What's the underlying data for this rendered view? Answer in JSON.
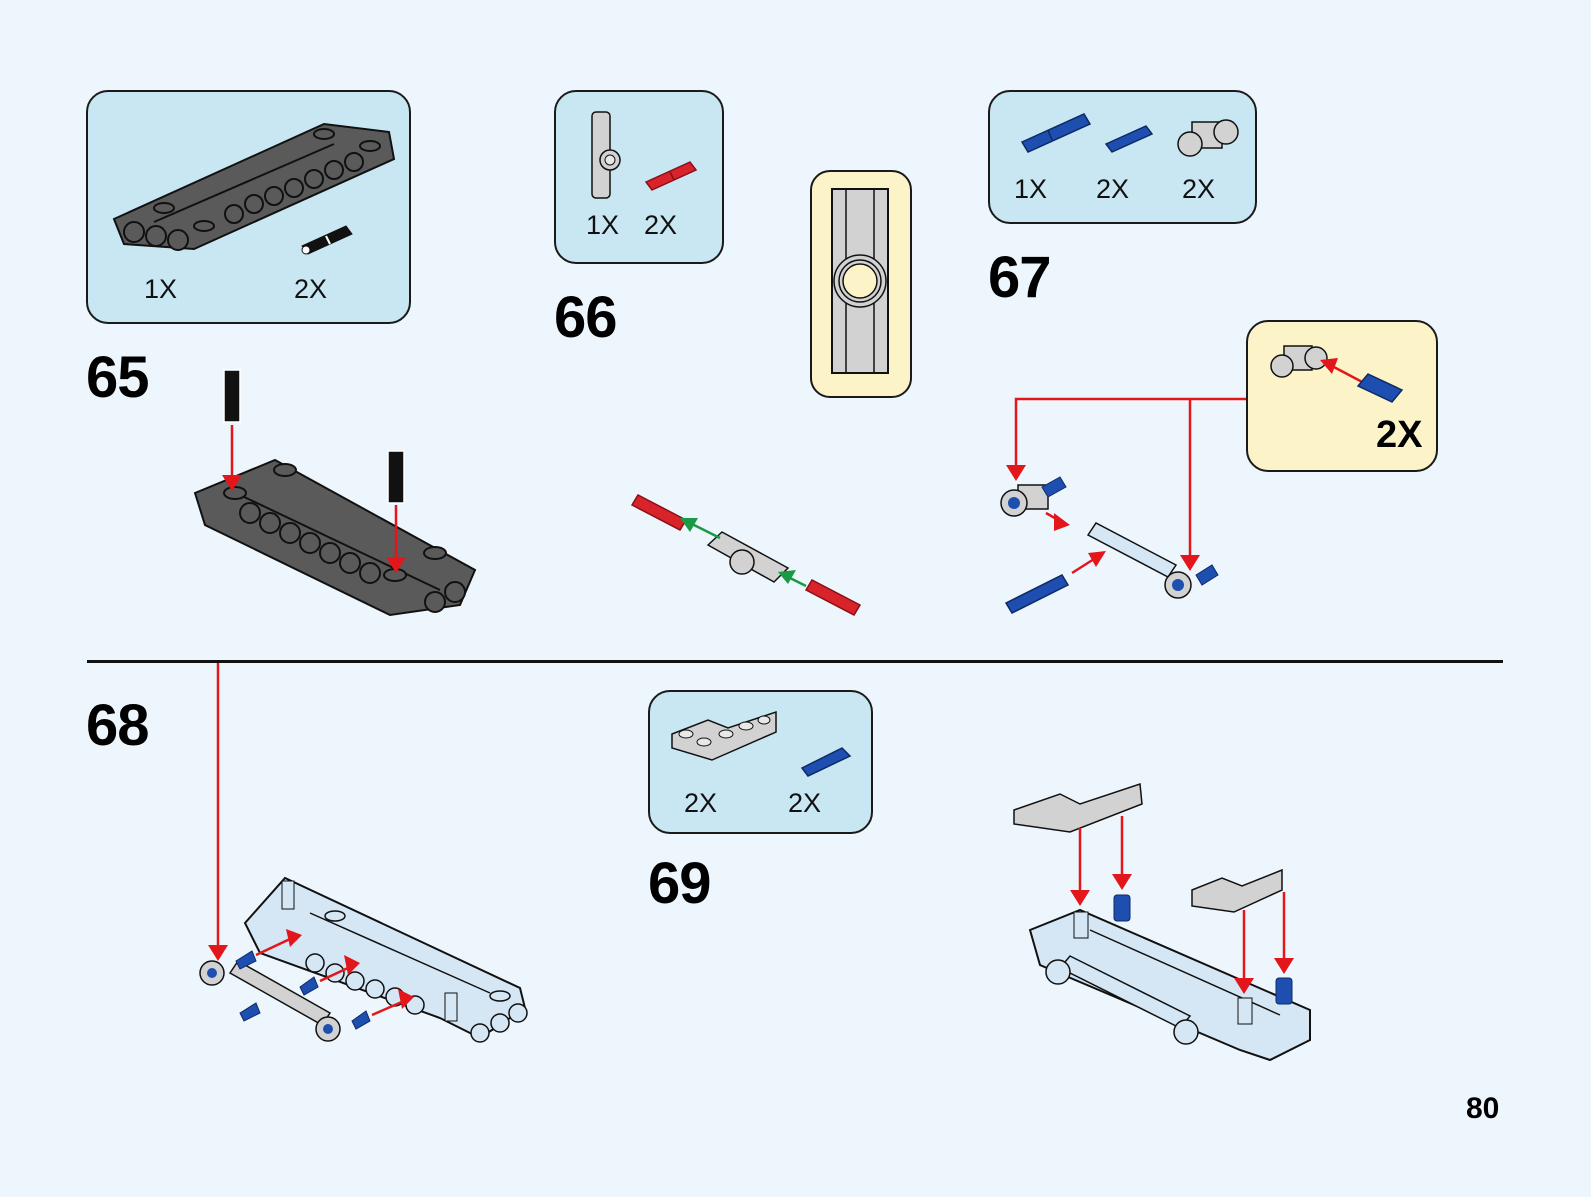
{
  "page": {
    "number": "80"
  },
  "colors": {
    "background": "#eef6fd",
    "parts_box": "#c9e6f3",
    "callout_box": "#fdf3c9",
    "arrow_red": "#e3161b",
    "arrow_green": "#1a9a45",
    "part_dark_gray": "#5a5a5a",
    "part_light_gray": "#d2d2d2",
    "part_blue": "#1e4fb0",
    "part_red": "#d8232a",
    "part_black": "#111111",
    "panel_light": "#d5e6f5"
  },
  "steps": [
    {
      "number": "65",
      "parts": [
        {
          "icon": "dark-gray-panel-icon",
          "qty": "1X"
        },
        {
          "icon": "black-friction-pin-icon",
          "qty": "2X"
        }
      ]
    },
    {
      "number": "66",
      "parts": [
        {
          "icon": "gray-axle-pin-connector-icon",
          "qty": "1X"
        },
        {
          "icon": "red-axle-2-icon",
          "qty": "2X"
        }
      ]
    },
    {
      "number": "67",
      "parts": [
        {
          "icon": "blue-long-pin-icon",
          "qty": "1X"
        },
        {
          "icon": "blue-axle-pin-icon",
          "qty": "2X"
        },
        {
          "icon": "gray-cross-block-icon",
          "qty": "2X"
        }
      ],
      "subassembly": {
        "qty": "2X"
      }
    },
    {
      "number": "68",
      "parts": []
    },
    {
      "number": "69",
      "parts": [
        {
          "icon": "gray-l-beam-icon",
          "qty": "2X"
        },
        {
          "icon": "blue-axle-pin-icon",
          "qty": "2X"
        }
      ]
    }
  ]
}
